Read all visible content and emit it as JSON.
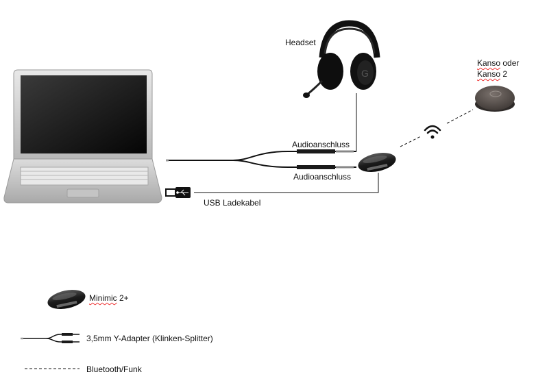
{
  "labels": {
    "headset": "Headset",
    "kanso_prefix": "Kanso",
    "kanso_oder": "oder",
    "kanso2_prefix": "Kanso",
    "kanso2_suffix": "2",
    "audio_top": "Audioanschluss",
    "audio_bottom": "Audioanschluss",
    "usb": "USB Ladekabel"
  },
  "legend": {
    "minimic_prefix": "Minimic",
    "minimic_suffix": " 2+",
    "y_adapter": "3,5mm Y-Adapter (Klinken-Splitter)",
    "bluetooth": "Bluetooth/Funk"
  },
  "devices": {
    "laptop": "laptop",
    "headset": "over-ear headset with boom microphone",
    "minimic": "Minimic 2+ device",
    "kanso": "Kanso device",
    "wifi": "wireless signal icon",
    "usb_plug": "usb plug with usb symbol"
  },
  "colors": {
    "cable": "#111111",
    "device_dark": "#2a2a2a",
    "laptop_body": "#cfcfcf",
    "kanso_body": "#5a5350",
    "spell_underline": "#e33333"
  }
}
